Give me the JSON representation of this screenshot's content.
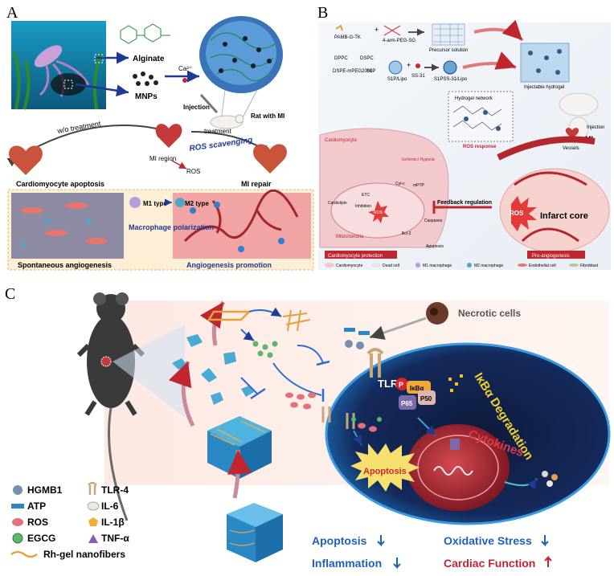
{
  "panels": {
    "a": {
      "letter": "A",
      "alginate": "Alginate",
      "mnps": "MNPs",
      "calcium": "Ca²⁺",
      "injection": "Injection",
      "rat": "Rat with MI",
      "wo_treatment": "w/o treatment",
      "treatment": "treatment",
      "mi_region": "MI region",
      "ros": "ROS",
      "ros_scavenging": "ROS scavenging",
      "apoptosis": "Cardiomyocyte apoptosis",
      "repair": "MI repair",
      "m1": "M1 type",
      "m2": "M2 type",
      "macrophage": "Macrophage polarization",
      "spontaneous": "Spontaneous angiogenesis",
      "promotion": "Angiogenesis promotion"
    },
    "b": {
      "letter": "B",
      "pamb": "PAMB-G-TK",
      "peg": "4-arm-PEG-SG",
      "precursor": "Precursor solution",
      "dppc": "DPPC",
      "dspc": "DSPC",
      "dspe": "DSPE-mPEG2000",
      "s1p": "S1P",
      "s1p_lipo": "S1P/Lipo",
      "ss31": "SS-31",
      "s1pss": "S1PSS-31/Lipo",
      "injectable": "Injectable hydrogel",
      "network": "Hydrogel network",
      "ros_response": "ROS response",
      "injection": "Injection",
      "mi": "MI",
      "cardiomyocyte": "Cardiomyocyte",
      "ischemic": "Ischemic/ Hypoxia",
      "vessels": "Vessels",
      "cardiolipin": "Cardiolipin",
      "etc": "ETC",
      "cytc": "Cyt-c",
      "mptp": "mPTP",
      "inhibition": "Inhibition",
      "ros_small": "ROS",
      "feedback": "Feedback regulation",
      "ros_big": "ROS",
      "infarct": "Infarct core",
      "caspases": "Caspases",
      "bcl2": "Bcl-2",
      "apoptosis": "Apoptosis",
      "mito": "Mitochondria",
      "cardio_protect": "Cardiomyocyte protection",
      "pro_angio": "Pro-angiogenesis",
      "leg_cardio": "Cardiomyocyte",
      "leg_dead": "Dead cell",
      "leg_m1": "M1 macrophage",
      "leg_m2": "M2 macrophage",
      "leg_endo": "Endothelial cell",
      "leg_fibro": "Fibroblast"
    },
    "c": {
      "letter": "C",
      "necrotic": "Necrotic cells",
      "tlr4": "TLR4",
      "ikba_deg": "IκBα Degradation",
      "p": "P",
      "ikba": "IκBα",
      "p65": "P65",
      "p50": "P50",
      "cytokines": "Cytokines",
      "apoptosis": "Apoptosis",
      "legend": [
        {
          "icon": "hgmb1-icon",
          "label": "HGMB1"
        },
        {
          "icon": "tlr4-icon",
          "label": "TLR-4"
        },
        {
          "icon": "atp-icon",
          "label": "ATP"
        },
        {
          "icon": "il6-icon",
          "label": "IL-6"
        },
        {
          "icon": "ros-icon",
          "label": "ROS"
        },
        {
          "icon": "il1b-icon",
          "label": "IL-1β"
        },
        {
          "icon": "egcg-icon",
          "label": "EGCG"
        },
        {
          "icon": "tnfa-icon",
          "label": "TNF-α"
        },
        {
          "icon": "nanofiber-icon",
          "label": "Rh-gel nanofibers"
        }
      ],
      "outcomes": {
        "apoptosis": "Apoptosis",
        "oxidative": "Oxidative Stress",
        "inflammation": "Inflammation",
        "cardiac": "Cardiac Function"
      }
    }
  },
  "colors": {
    "blue_label": "#1f3a93",
    "red_label": "#c0262e",
    "down": "#1f5fbf",
    "up": "#d02030"
  }
}
